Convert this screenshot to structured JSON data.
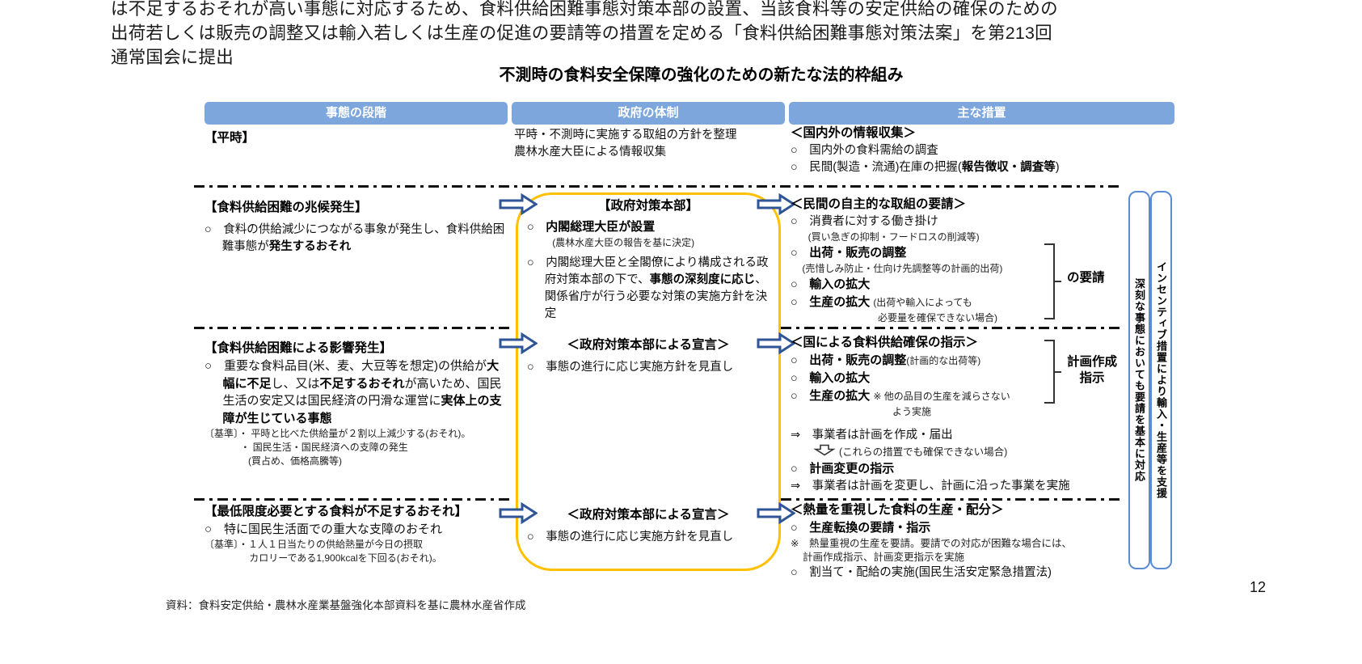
{
  "colors": {
    "header_bg": "#7CA6DC",
    "arrow_blue": "#2F5597",
    "box_yellow": "#FFC000",
    "bar_border": "#5B8BD5"
  },
  "intro": {
    "line1": "は不足するおそれが高い事態に対応するため、食料供給困難事態対策本部の設置、当該食料等の安定供給の確保のための",
    "line2": "出荷若しくは販売の調整又は輸入若しくは生産の促進の要請等の措置を定める「食料供給困難事態対策法案」を第213回",
    "line3": "通常国会に提出"
  },
  "title": "不測時の食料安全保障の強化のための新たな法的枠組み",
  "headers": {
    "stage": "事態の段階",
    "government": "政府の体制",
    "measures": "主な措置"
  },
  "row1": {
    "stage": "【平時】",
    "gov1": "平時・不測時に実施する取組の方針を整理",
    "gov2": "農林水産大臣による情報収集",
    "m_head": "＜国内外の情報収集＞",
    "m1": "○　国内外の食料需給の調査",
    "m2_pre": "○　民間(製造・流通)在庫の把握(",
    "m2_bold": "報告徴収・調査等",
    "m2_post": ")"
  },
  "row2": {
    "stage_head": "【食料供給困難の兆候発生】",
    "stage_item_pre": "○　食料の供給減少につながる事象が発生し、食料供給困難事態が",
    "stage_item_bold": "発生するおそれ",
    "gov_head": "【政府対策本部】",
    "gov1_marker": "○　",
    "gov1_bold": "内閣総理大臣が設置",
    "gov1_note": "(農林水産大臣の報告を基に決定)",
    "gov2_pre": "○　内閣総理大臣と全閣僚により構成される政府対策本部の下で、",
    "gov2_bold": "事態の深刻度に応じ",
    "gov2_post": "、関係省庁が行う必要な対策の実施方針を決定",
    "m_head": "＜民間の自主的な取組の要請＞",
    "m1": "○　消費者に対する働き掛け",
    "m1_note": "(買い急ぎの抑制・フードロスの削減等)",
    "m2_marker": "○　",
    "m2_bold": "出荷・販売の調整",
    "m2_note": "(売惜しみ防止・仕向け先調整等の計画的出荷)",
    "m3_marker": "○　",
    "m3_bold": "輸入の拡大",
    "m4_marker": "○　",
    "m4_bold": "生産の拡大",
    "m4_note1": "(出荷や輸入によっても",
    "m4_note2": "必要量を確保できない場合)",
    "bracket_label": "の要請"
  },
  "row3": {
    "stage_head": "【食料供給困難による影響発生】",
    "s_pre": "○　重要な食料品目(米、麦、大豆等を想定)の供給が",
    "s_bold1": "大幅に不足",
    "s_mid1": "し、又は",
    "s_bold2": "不足するおそれ",
    "s_mid2": "が高いため、国民生活の安定又は国民経済の円滑な運営に",
    "s_bold3": "実体上の支障が生じている事態",
    "crit_label": "〔基準〕",
    "crit1": "・ 平時と比べた供給量が２割以上減少する(おそれ)。",
    "crit2": "・ 国民生活・国民経済への支障の発生",
    "crit3": "(買占め、価格高騰等)",
    "gov_head": "＜政府対策本部による宣言＞",
    "gov_item": "○　事態の進行に応じ実施方針を見直し",
    "m_head": "＜国による食料供給確保の指示＞",
    "m1_marker": "○　",
    "m1_bold": "出荷・販売の調整",
    "m1_note": "(計画的な出荷等)",
    "m2_marker": "○　",
    "m2_bold": "輸入の拡大",
    "m3_marker": "○　",
    "m3_bold": "生産の拡大",
    "m3_note1": "※ 他の品目の生産を減らさない",
    "m3_note2": "よう実施",
    "bracket_label1": "計画作成",
    "bracket_label2": "指示",
    "flow1": "⇒　事業者は計画を作成・届出",
    "down_note": "(これらの措置でも確保できない場合)",
    "m4_marker": "○　",
    "m4_bold": "計画変更の指示",
    "flow2": "⇒　事業者は計画を変更し、計画に沿った事業を実施"
  },
  "row4": {
    "stage_head": "【最低限度必要とする食料が不足するおそれ】",
    "stage_item": "○　特に国民生活面での重大な支障のおそれ",
    "crit_label": "〔基準〕",
    "crit1": "・１人１日当たりの供給熱量が今日の摂取",
    "crit2": "カロリーである1,900kcalを下回る(おそれ)。",
    "gov_head": "＜政府対策本部による宣言＞",
    "gov_item": "○　事態の進行に応じ実施方針を見直し",
    "m_head": "＜熱量を重視した食料の生産・配分＞",
    "m1_marker": "○　",
    "m1_bold": "生産転換の要請・指示",
    "note1": "※　熱量重視の生産を要請。要請での対応が困難な場合には、",
    "note2": "計画作成指示、計画変更指示を実施",
    "m2": "○　割当て・配給の実施(国民生活安定緊急措置法)"
  },
  "sidebar": {
    "bar1": "深刻な事態においても要請を基本に対応",
    "bar2": "インセンティブ措置により輸入・生産等を支援"
  },
  "footer": {
    "source": "資料：食料安定供給・農林水産業基盤強化本部資料を基に農林水産省作成",
    "page_number": "12"
  }
}
